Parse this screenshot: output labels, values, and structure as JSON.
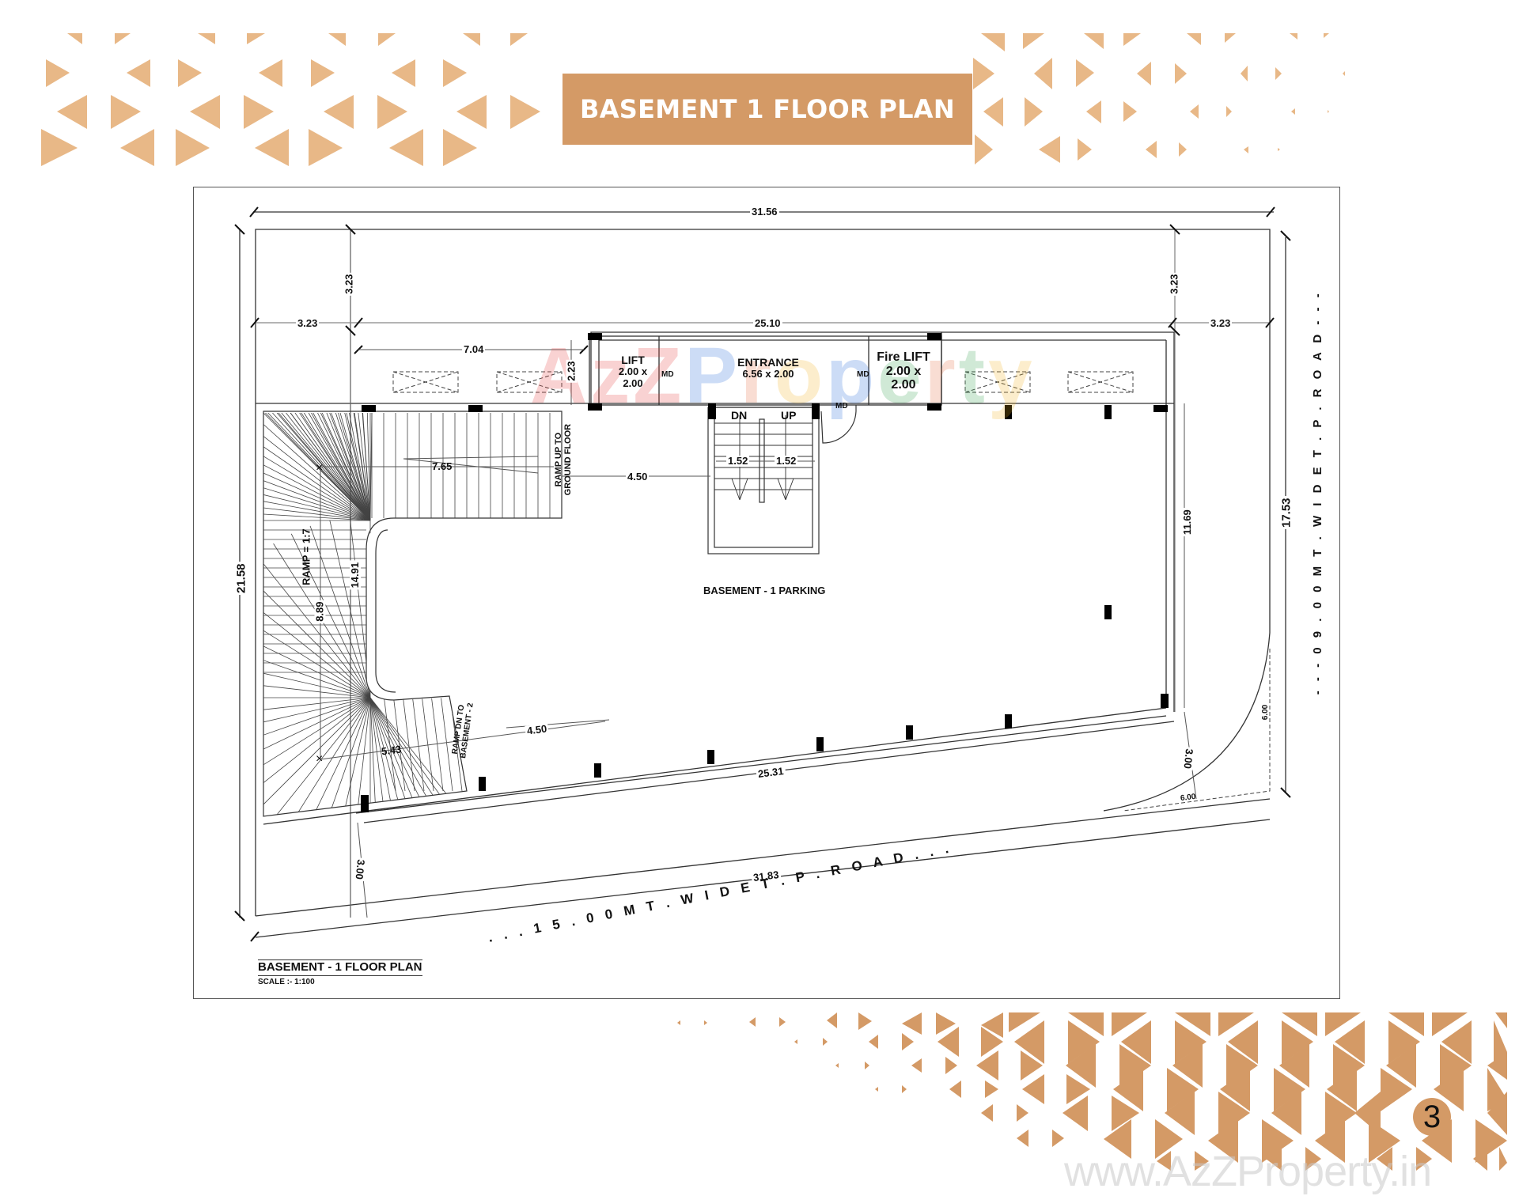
{
  "page": {
    "title": "BASEMENT 1 FLOOR PLAN",
    "page_number": "3",
    "website_watermark": "www.AzZProperty.in",
    "brand_watermark": [
      "A",
      "z",
      "Z",
      " ",
      "P",
      "r",
      "o",
      "p",
      "e",
      "r",
      "t",
      "y"
    ],
    "accent_color": "#d49a66",
    "pattern_color": "#e8b887"
  },
  "plan": {
    "caption": "BASEMENT - 1 FLOOR PLAN",
    "scale": "SCALE :- 1:100",
    "parking_label": "BASEMENT - 1 PARKING",
    "rooms": {
      "lift": {
        "name": "LIFT",
        "size_line1": "2.00 x",
        "size_line2": "2.00"
      },
      "entrance": {
        "name": "ENTRANCE",
        "size": "6.56 x 2.00"
      },
      "fire_lift": {
        "name": "Fire LIFT",
        "size_line1": "2.00 x",
        "size_line2": "2.00"
      }
    },
    "door_labels": {
      "md_1": "MD",
      "md_2": "MD",
      "md_3": "MD"
    },
    "stair": {
      "down": "DN",
      "up": "UP",
      "width_left": "1.52",
      "width_right": "1.52"
    },
    "ramps": {
      "up_line1": "RAMP UP TO",
      "up_line2": "GROUND FLOOR",
      "down_line1": "RAMP DN TO",
      "down_line2": "BASEMENT - 2",
      "slope": "RAMP = 1:7"
    },
    "roads": {
      "side": "- - -   0 9 . 0 0   M T .   W I D E   T . P .   R O A D   - - -",
      "front": ". . .   1 5 . 0 0   M T .   W I D E   T . P .   R O A D   . . ."
    },
    "dimensions": {
      "overall_top": "31.56",
      "overall_bottom": "31.83",
      "overall_left": "21.58",
      "overall_right": "17.53",
      "setback_top_left": "3.23",
      "setback_top_right": "3.23",
      "setback_left": "3.23",
      "setback_right": "3.23",
      "building_top": "25.10",
      "building_bottom": "25.31",
      "building_right": "11.69",
      "ramp_width_top": "7.04",
      "core_depth": "2.23",
      "ramp_run_top": "7.65",
      "ramp_to_stair": "4.50",
      "ramp_left_inner": "14.91",
      "ramp_left_center": "8.89",
      "ramp_run_bottom": "5.43",
      "ramp_bottom_gap": "4.50",
      "front_setback_left": "3.00",
      "front_setback_right": "3.00",
      "corner_radius_v": "6.00",
      "corner_radius_h": "6.00"
    }
  }
}
